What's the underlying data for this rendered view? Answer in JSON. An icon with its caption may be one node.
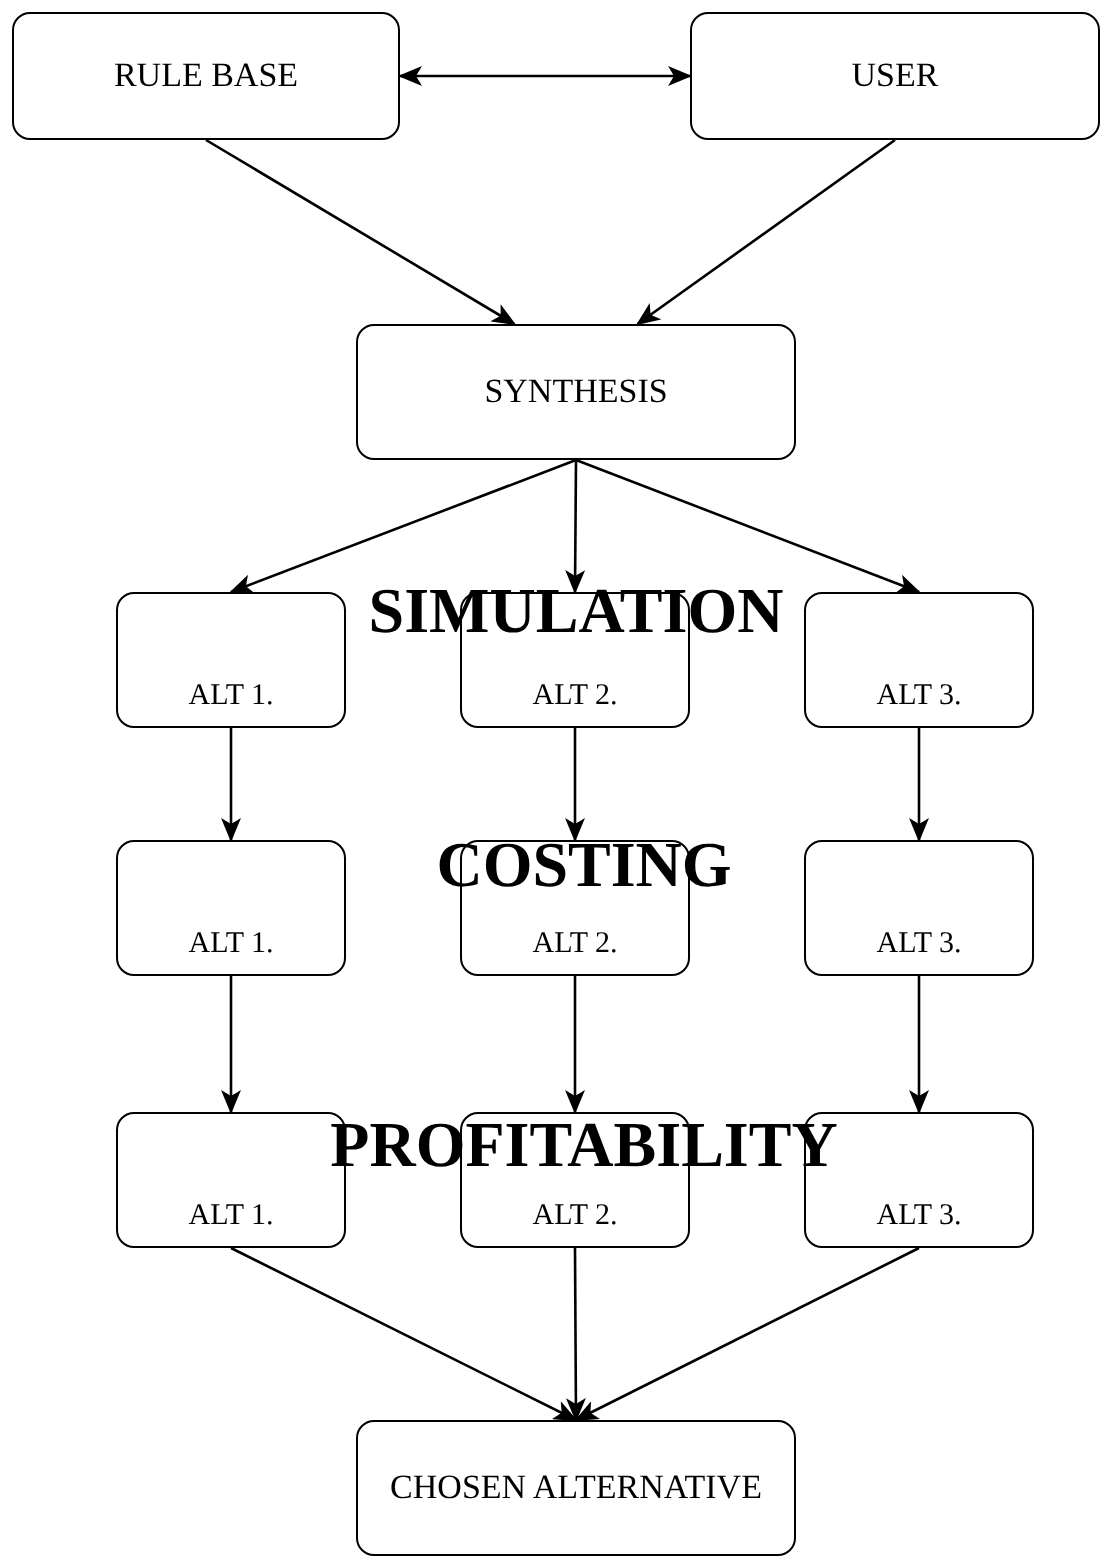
{
  "diagram": {
    "nodes": [
      {
        "text": [
          "RULE BASE"
        ]
      },
      {
        "text": [
          "USER"
        ]
      },
      {
        "text": [
          "SYNTHESIS"
        ]
      },
      {
        "text": [
          "ALT 1."
        ]
      },
      {
        "text": [
          "ALT 2."
        ]
      },
      {
        "text": [
          "ALT 3."
        ]
      },
      {
        "text": [
          "ALT 1."
        ]
      },
      {
        "text": [
          "ALT 2."
        ]
      },
      {
        "text": [
          "ALT 3."
        ]
      },
      {
        "text": [
          "ALT 1."
        ]
      },
      {
        "text": [
          "ALT 2."
        ]
      },
      {
        "text": [
          "ALT 3."
        ]
      },
      {
        "text": [
          "CHOSEN ALTERNATIVE"
        ]
      }
    ],
    "edges": [
      {
        "from": 0,
        "to": 1,
        "arrow": "both"
      },
      {
        "from": 0,
        "to": 2,
        "arrow": "to"
      },
      {
        "from": 1,
        "to": 2,
        "arrow": "to"
      },
      {
        "from": 2,
        "to": 3,
        "arrow": "to"
      },
      {
        "from": 2,
        "to": 4,
        "arrow": "to"
      },
      {
        "from": 2,
        "to": 5,
        "arrow": "to"
      },
      {
        "from": 3,
        "to": 6,
        "arrow": "to"
      },
      {
        "from": 4,
        "to": 7,
        "arrow": "to"
      },
      {
        "from": 5,
        "to": 8,
        "arrow": "to"
      },
      {
        "from": 6,
        "to": 9,
        "arrow": "to"
      },
      {
        "from": 7,
        "to": 10,
        "arrow": "to"
      },
      {
        "from": 8,
        "to": 11,
        "arrow": "to"
      },
      {
        "from": 9,
        "to": 12,
        "arrow": "to"
      },
      {
        "from": 10,
        "to": 12,
        "arrow": "to"
      },
      {
        "from": 11,
        "to": 12,
        "arrow": "to"
      }
    ],
    "labels": [
      "SIMULATION",
      "COSTING",
      "PROFITABILITY"
    ]
  }
}
